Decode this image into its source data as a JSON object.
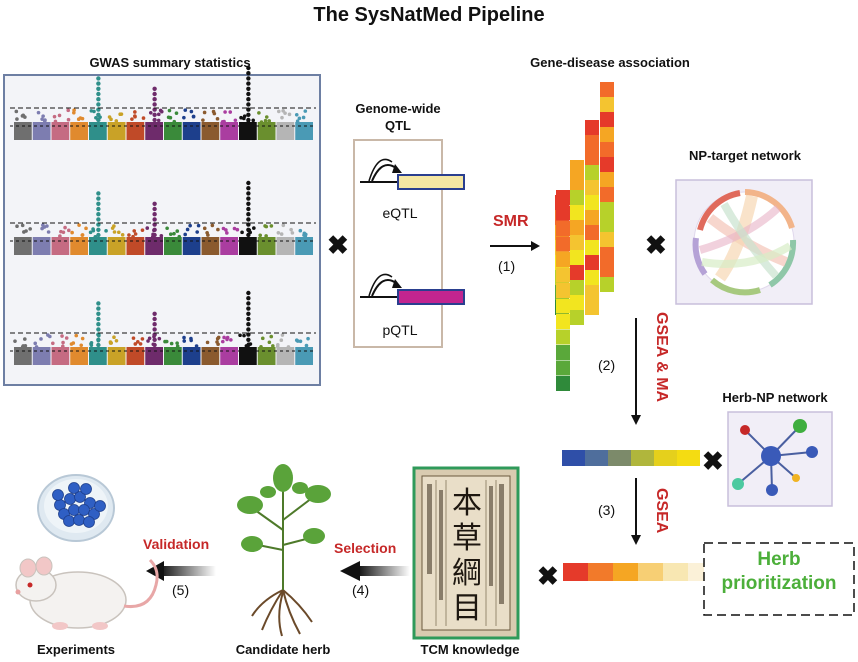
{
  "title": "The SysNatMed Pipeline",
  "panels": {
    "gwas": {
      "label": "GWAS summary statistics"
    },
    "qtl": {
      "label_line1": "Genome-wide",
      "label_line2": "QTL",
      "eqtl": "eQTL",
      "pqtl": "pQTL"
    },
    "gene_disease": {
      "label": "Gene-disease association"
    },
    "np_target": {
      "label": "NP-target network"
    },
    "herb_np": {
      "label": "Herb-NP network"
    },
    "herb_prior": {
      "line1": "Herb",
      "line2": "prioritization"
    },
    "tcm": {
      "label": "TCM knowledge",
      "book_title_chars": [
        "本",
        "草",
        "綱",
        "目"
      ]
    },
    "candidate": {
      "label": "Candidate herb"
    },
    "experiments": {
      "label": "Experiments"
    }
  },
  "steps": {
    "smr": {
      "method": "SMR",
      "num": "(1)"
    },
    "gsea_ma": {
      "method": "GSEA & MA",
      "num": "(2)"
    },
    "gsea": {
      "method": "GSEA",
      "num": "(3)"
    },
    "selection": {
      "method": "Selection",
      "num": "(4)"
    },
    "validation": {
      "method": "Validation",
      "num": "(5)"
    }
  },
  "operators": {
    "times": "✖"
  },
  "colors": {
    "accent_red": "#c62828",
    "herb_green": "#4caf3a",
    "gwas_border": "#6d7fa3",
    "eqtl_bar": "#f5e7a3",
    "pqtl_bar": "#c2258f"
  }
}
